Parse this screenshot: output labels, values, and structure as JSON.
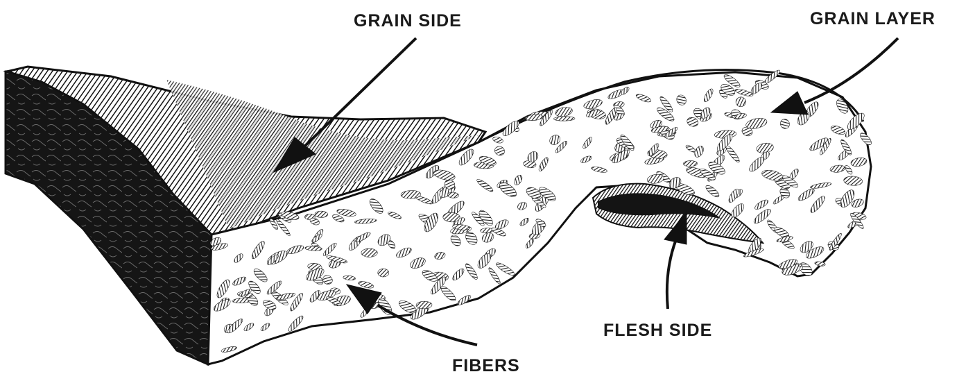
{
  "labels": {
    "grain_side": "GRAIN SIDE",
    "grain_layer": "GRAIN LAYER",
    "flesh_side": "FLESH SIDE",
    "fibers": "FIBERS"
  },
  "colors": {
    "ink": "#111111",
    "paper": "#ffffff",
    "fiber": "#2b2b2b"
  }
}
